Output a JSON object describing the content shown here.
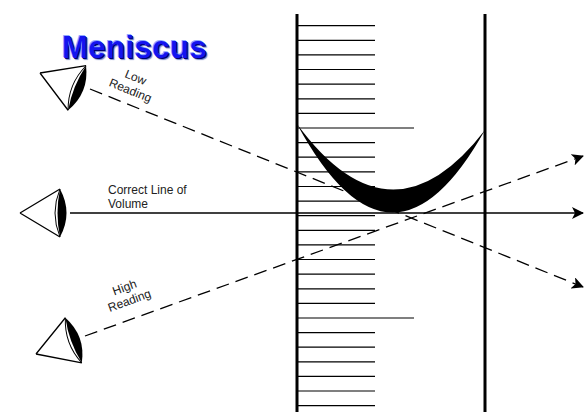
{
  "diagram": {
    "title": "Meniscus",
    "labels": [
      "Low Reading",
      "Correct Line of Volume",
      "High Reading"
    ]
  }
}
